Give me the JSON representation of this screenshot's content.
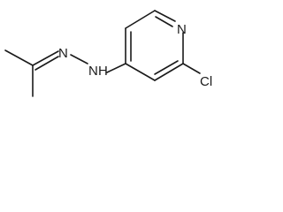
{
  "molecule": {
    "atoms": {
      "ring_nitrogen": "N",
      "chlorine": "Cl",
      "azine_nitrogen": "N",
      "amine_nitrogen": "N",
      "amine_hydrogen": "H"
    },
    "line_color": "#1a1a1a",
    "background": "#ffffff"
  }
}
